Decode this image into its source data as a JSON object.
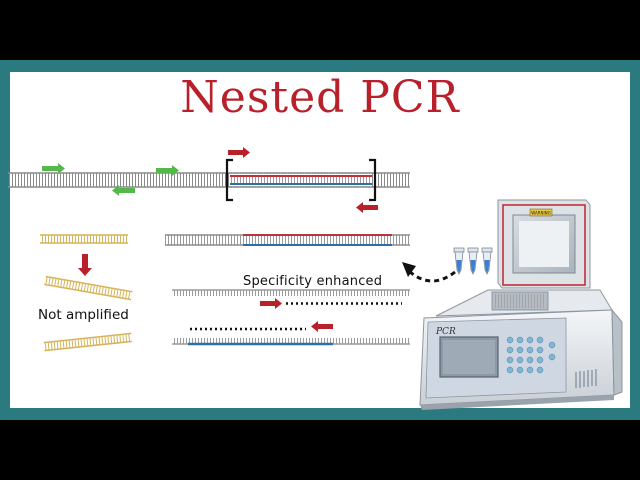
{
  "title": "Nested PCR",
  "labels": {
    "specificity": "Specificity enhanced",
    "not_amplified": "Not amplified"
  },
  "machine": {
    "brand": "PCR",
    "warning_label": "WARNING"
  },
  "colors": {
    "frame": "#2a7a80",
    "title": "#b8202a",
    "outer_primer": "#55b84a",
    "nested_primer": "#b8202a",
    "strand_red": "#c0303a",
    "strand_blue": "#2a6fa8",
    "discarded_dna": "#d6b45a",
    "tube": "#3a7fd0"
  }
}
